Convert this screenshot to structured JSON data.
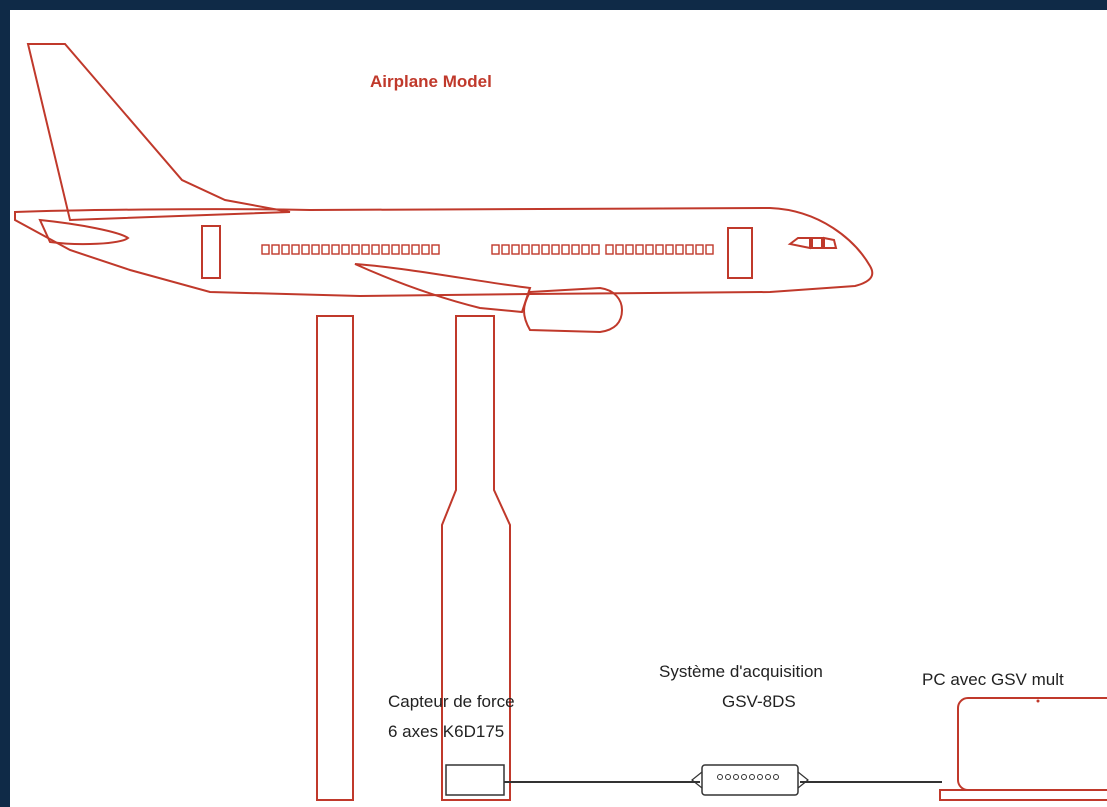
{
  "title": "Airplane Model",
  "sensor": {
    "line1": "Capteur de force",
    "line2": "6 axes K6D175"
  },
  "acquisition": {
    "line1": "Système d'acquisition",
    "line2": "GSV-8DS"
  },
  "pc": {
    "label": "PC avec GSV mult"
  },
  "colors": {
    "outline": "#c0392b",
    "frame": "#0f2a47",
    "cable": "#333333"
  }
}
